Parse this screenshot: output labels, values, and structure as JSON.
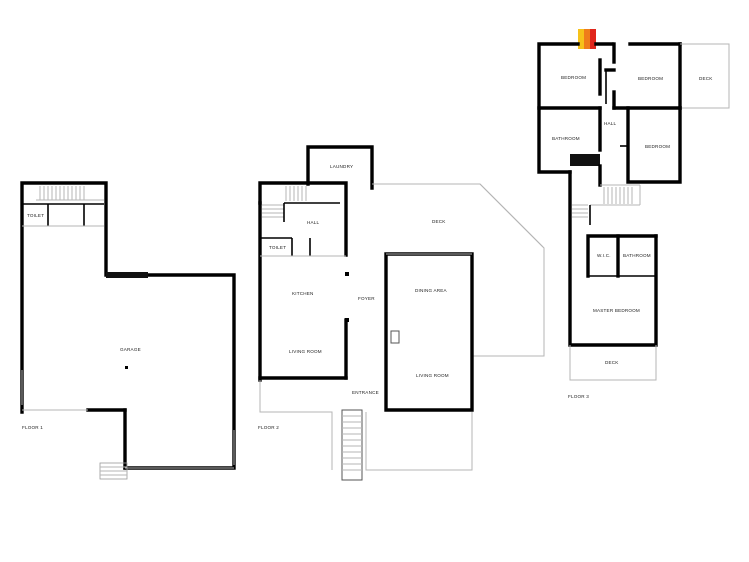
{
  "plan": {
    "floors": [
      {
        "id": "floor1",
        "label": "FLOOR 1",
        "rooms": [
          {
            "id": "toilet",
            "label": "TOILET"
          },
          {
            "id": "garage",
            "label": "GARAGE"
          }
        ]
      },
      {
        "id": "floor2",
        "label": "FLOOR 2",
        "rooms": [
          {
            "id": "laundry",
            "label": "LAUNDRY"
          },
          {
            "id": "hall",
            "label": "HALL"
          },
          {
            "id": "toilet",
            "label": "TOILET"
          },
          {
            "id": "kitchen",
            "label": "KITCHEN"
          },
          {
            "id": "living",
            "label": "LIVING ROOM"
          },
          {
            "id": "foyer",
            "label": "FOYER"
          },
          {
            "id": "deck",
            "label": "DECK"
          },
          {
            "id": "dining",
            "label": "DINING AREA"
          },
          {
            "id": "living2",
            "label": "LIVING ROOM"
          },
          {
            "id": "entrance",
            "label": "ENTRANCE"
          }
        ]
      },
      {
        "id": "floor3",
        "label": "FLOOR 3",
        "rooms": [
          {
            "id": "bedroom1",
            "label": "BEDROOM"
          },
          {
            "id": "bedroom2",
            "label": "BEDROOM"
          },
          {
            "id": "deck1",
            "label": "DECK"
          },
          {
            "id": "hall",
            "label": "HALL"
          },
          {
            "id": "bathroom1",
            "label": "BATHROOM"
          },
          {
            "id": "bedroom3",
            "label": "BEDROOM"
          },
          {
            "id": "wic",
            "label": "W.I.C."
          },
          {
            "id": "bathroom2",
            "label": "BATHROOM"
          },
          {
            "id": "master",
            "label": "MASTER BEDROOM"
          },
          {
            "id": "deck2",
            "label": "DECK"
          }
        ]
      }
    ],
    "colors": {
      "wall": "#000000",
      "outline": "#b5b5b5",
      "accent_yellow": "#f6c21a",
      "accent_orange": "#ef7d1a",
      "accent_red": "#e0261b"
    }
  }
}
